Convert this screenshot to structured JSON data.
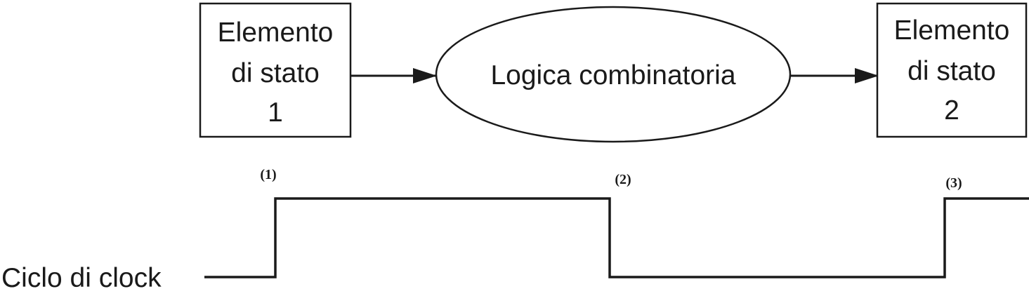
{
  "block_left": {
    "line1": "Elemento",
    "line2": "di stato",
    "line3": "1"
  },
  "block_middle": {
    "label": "Logica combinatoria"
  },
  "block_right": {
    "line1": "Elemento",
    "line2": "di stato",
    "line3": "2"
  },
  "clock": {
    "label": "Ciclo di clock",
    "markers": [
      "(1)",
      "(2)",
      "(3)"
    ]
  }
}
